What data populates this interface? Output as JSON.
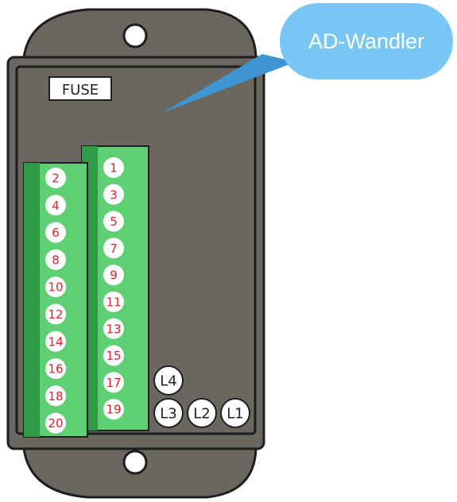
{
  "callout": {
    "text": "AD-Wandler",
    "color": "#78c6f3"
  },
  "fuse": {
    "label": "FUSE"
  },
  "terminal_block_left": {
    "pins": [
      "2",
      "4",
      "6",
      "8",
      "10",
      "12",
      "14",
      "16",
      "18",
      "20"
    ]
  },
  "terminal_block_right": {
    "pins": [
      "1",
      "3",
      "5",
      "7",
      "9",
      "11",
      "13",
      "15",
      "17",
      "19"
    ]
  },
  "led_indicators": [
    "L4",
    "L3",
    "L2",
    "L1"
  ],
  "colors": {
    "housing": "#6a6660",
    "housing_outline": "#1e1e1e",
    "terminal_green": "#5fcf74",
    "terminal_dark_green": "#2f9a48",
    "pin_number": "#e0202a"
  }
}
